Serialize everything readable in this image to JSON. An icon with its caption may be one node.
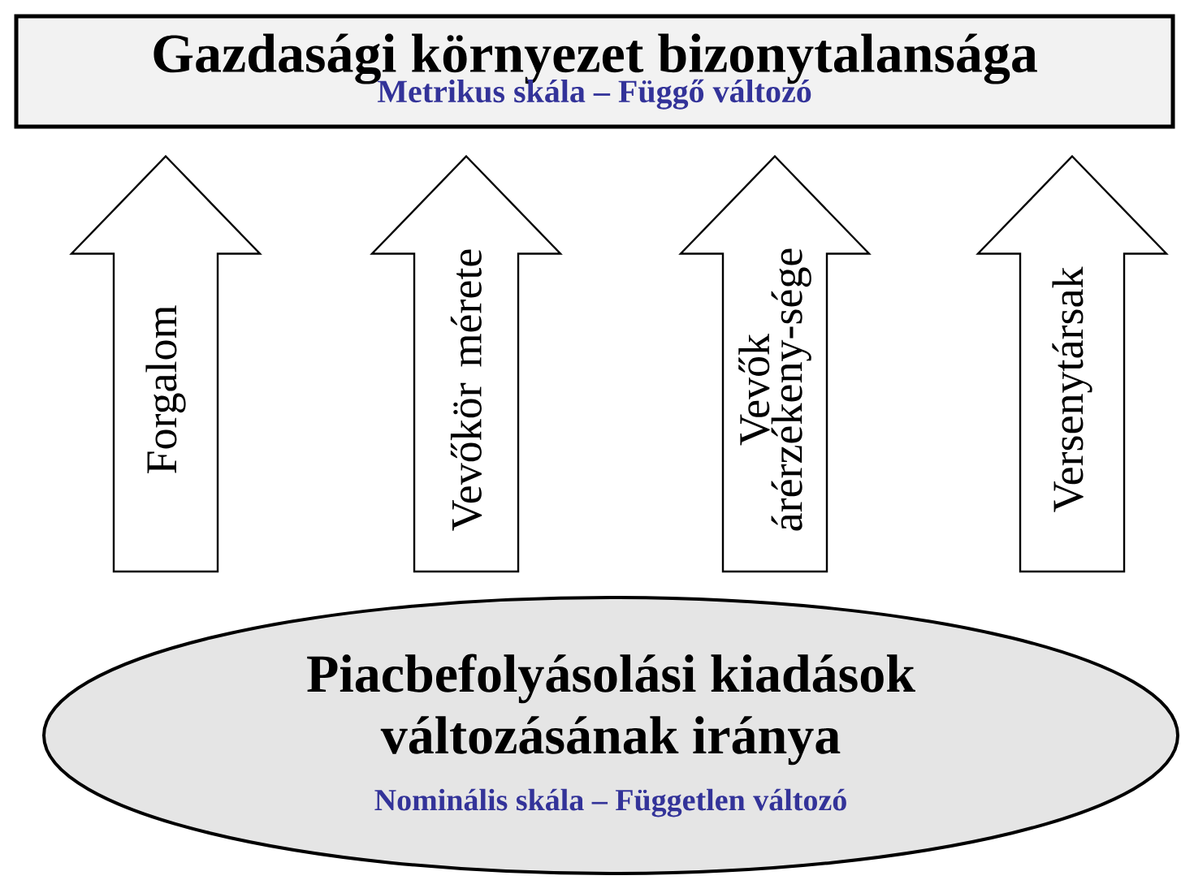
{
  "diagram": {
    "nodes": [
      {
        "text": [
          "Gazdasági környezet bizonytalansága",
          "Metrikus skála – Függő változó"
        ]
      },
      {
        "text": [
          "Piacbefolyásolási kiadások változásának iránya",
          "Nominális skála – Független változó"
        ]
      }
    ],
    "edges": [
      {
        "from": 1,
        "to": 0,
        "arrow": "to",
        "label": "Forgalom"
      },
      {
        "from": 1,
        "to": 0,
        "arrow": "to",
        "label": "Vevőkör mérete"
      },
      {
        "from": 1,
        "to": 0,
        "arrow": "to",
        "label": "Vevők árérzékeny-sége"
      },
      {
        "from": 1,
        "to": 0,
        "arrow": "to",
        "label": "Versenytársak"
      }
    ]
  }
}
